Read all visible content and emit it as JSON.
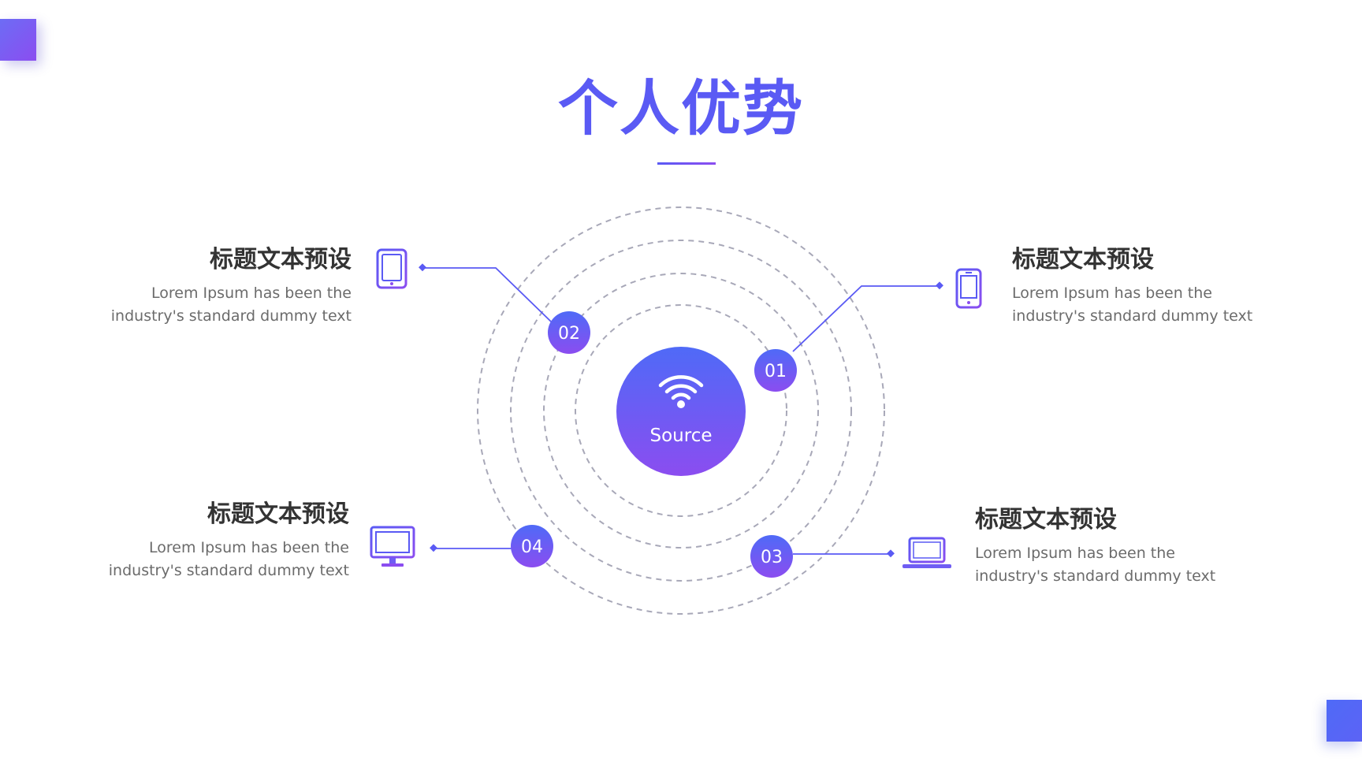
{
  "page": {
    "title": "个人优势",
    "accent_colors": {
      "blue": "#4f6af7",
      "violet": "#8b4df0",
      "line": "#5a5af4",
      "dashed_ring": "#a8a8b8"
    }
  },
  "center": {
    "label": "Source",
    "icon": "wifi-icon"
  },
  "items": [
    {
      "number": "01",
      "title": "标题文本预设",
      "desc_line1": "Lorem Ipsum has been the",
      "desc_line2": "industry's standard dummy text",
      "icon": "smartphone-icon"
    },
    {
      "number": "02",
      "title": "标题文本预设",
      "desc_line1": "Lorem Ipsum has been the",
      "desc_line2": "industry's standard dummy text",
      "icon": "tablet-icon"
    },
    {
      "number": "03",
      "title": "标题文本预设",
      "desc_line1": "Lorem Ipsum has been the",
      "desc_line2": "industry's standard dummy text",
      "icon": "laptop-icon"
    },
    {
      "number": "04",
      "title": "标题文本预设",
      "desc_line1": "Lorem Ipsum has been the",
      "desc_line2": "industry's standard dummy text",
      "icon": "monitor-icon"
    }
  ]
}
